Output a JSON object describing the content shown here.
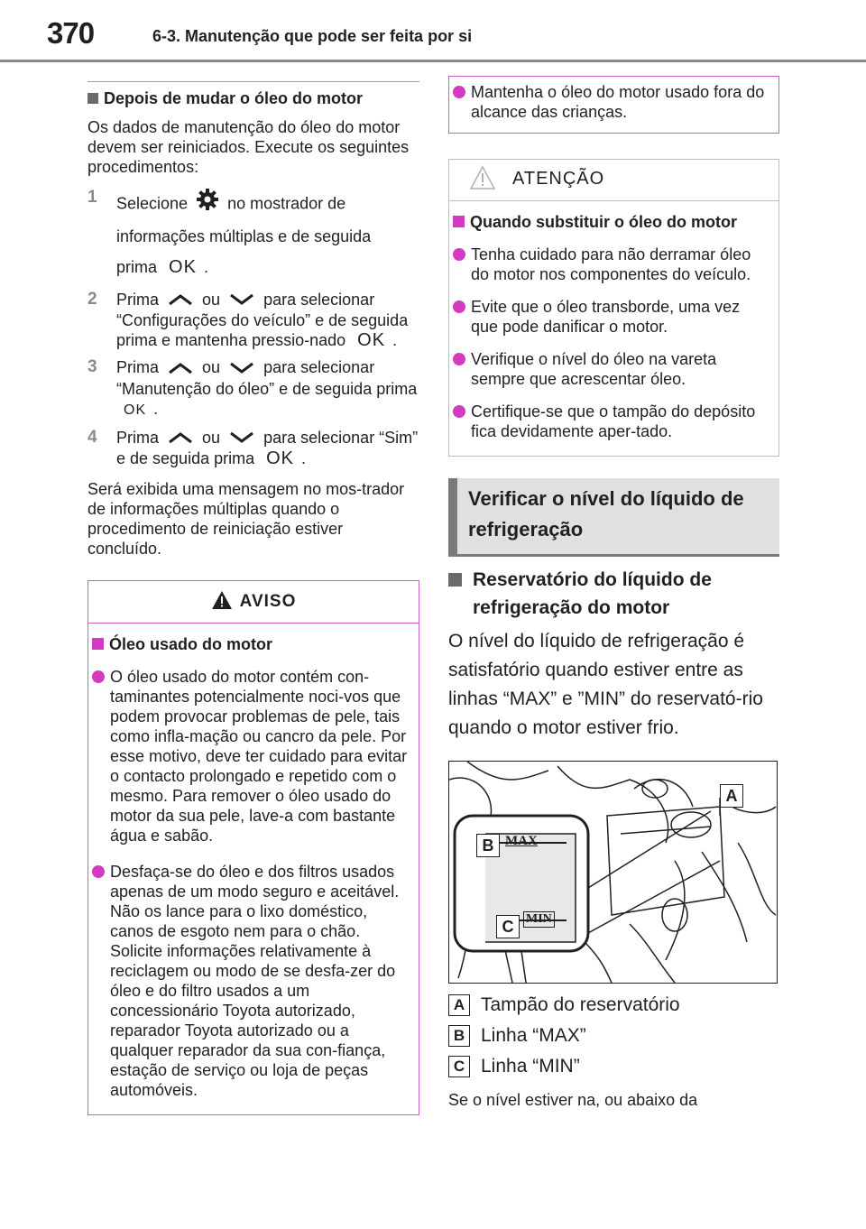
{
  "header": {
    "page_number": "370",
    "chapter": "6-3. Manutenção que pode ser feita por si"
  },
  "left": {
    "section_title": "Depois de mudar o óleo do motor",
    "intro": "Os dados de manutenção do óleo do motor devem ser reiniciados. Execute os seguintes procedimentos:",
    "steps": [
      {
        "n": "1",
        "a": "Selecione",
        "b": "no mostrador de informações múltiplas e de seguida",
        "c": "prima",
        "d": "."
      },
      {
        "n": "2",
        "a": "Prima",
        "ou": "ou",
        "b": "para selecionar “Configurações do veículo” e de seguida prima e mantenha pressio-nado",
        "d": "."
      },
      {
        "n": "3",
        "a": "Prima",
        "ou": "ou",
        "b": "para selecionar “Manutenção do óleo” e de seguida prima",
        "d": "."
      },
      {
        "n": "4",
        "a": "Prima",
        "ou": "ou",
        "b": "para selecionar “Sim” e de seguida prima",
        "d": "."
      }
    ],
    "ok_label": "OK",
    "outro": "Será exibida uma mensagem no mos-trador de informações múltiplas quando o procedimento de reiniciação estiver concluído.",
    "aviso": {
      "title": "AVISO",
      "heading": "Óleo usado do motor",
      "bullets": [
        "O óleo usado do motor contém con-taminantes potencialmente noci-vos que podem provocar problemas de pele, tais como infla-mação ou cancro da pele. Por esse motivo, deve ter cuidado para evitar o contacto prolongado e repetido com o mesmo. Para remover o óleo usado do motor da sua pele, lave-a com bastante água e sabão.",
        "Desfaça-se do óleo e dos filtros usados apenas de um modo seguro e aceitável. Não os lance para o lixo doméstico, canos de esgoto nem para o chão. Solicite informações relativamente à reciclagem ou modo de se desfa-zer do óleo e do filtro usados a um concessionário Toyota autorizado, reparador Toyota autorizado ou a qualquer reparador da sua con-fiança, estação de serviço ou loja de peças automóveis."
      ]
    }
  },
  "right": {
    "top_box_bullet": "Mantenha o óleo do motor usado fora do alcance das crianças.",
    "atencao": {
      "title": "ATENÇÃO",
      "heading": "Quando substituir o óleo do motor",
      "bullets": [
        "Tenha cuidado para não derramar óleo do motor nos componentes do veículo.",
        "Evite que o óleo transborde, uma vez que pode danificar o motor.",
        "Verifique o nível do óleo na vareta sempre que acrescentar óleo.",
        "Certifique-se que o tampão do depósito fica devidamente aper-tado."
      ]
    },
    "band_title": "Verificar o nível do líquido de refrigeração",
    "sub_title": "Reservatório do líquido de refrigeração do motor",
    "body": "O nível do líquido de refrigeração é satisfatório quando estiver entre as linhas “MAX” e ”MIN” do reservató-rio quando o motor estiver frio.",
    "figure": {
      "label_a": "A",
      "label_b": "B",
      "label_c": "C",
      "max_text": "MAX",
      "min_text": "MIN"
    },
    "legend": [
      {
        "key": "A",
        "text": "Tampão do reservatório"
      },
      {
        "key": "B",
        "text": "Linha “MAX”"
      },
      {
        "key": "C",
        "text": "Linha “MIN”"
      }
    ],
    "footer": "Se o nível estiver na, ou abaixo da"
  },
  "colors": {
    "accent": "#d33ac0",
    "gray_band": "#e0e0e0",
    "rule": "#8a8a8a"
  },
  "icons": [
    "gear-icon",
    "chevron-up-icon",
    "chevron-down-icon",
    "warning-triangle-icon"
  ]
}
